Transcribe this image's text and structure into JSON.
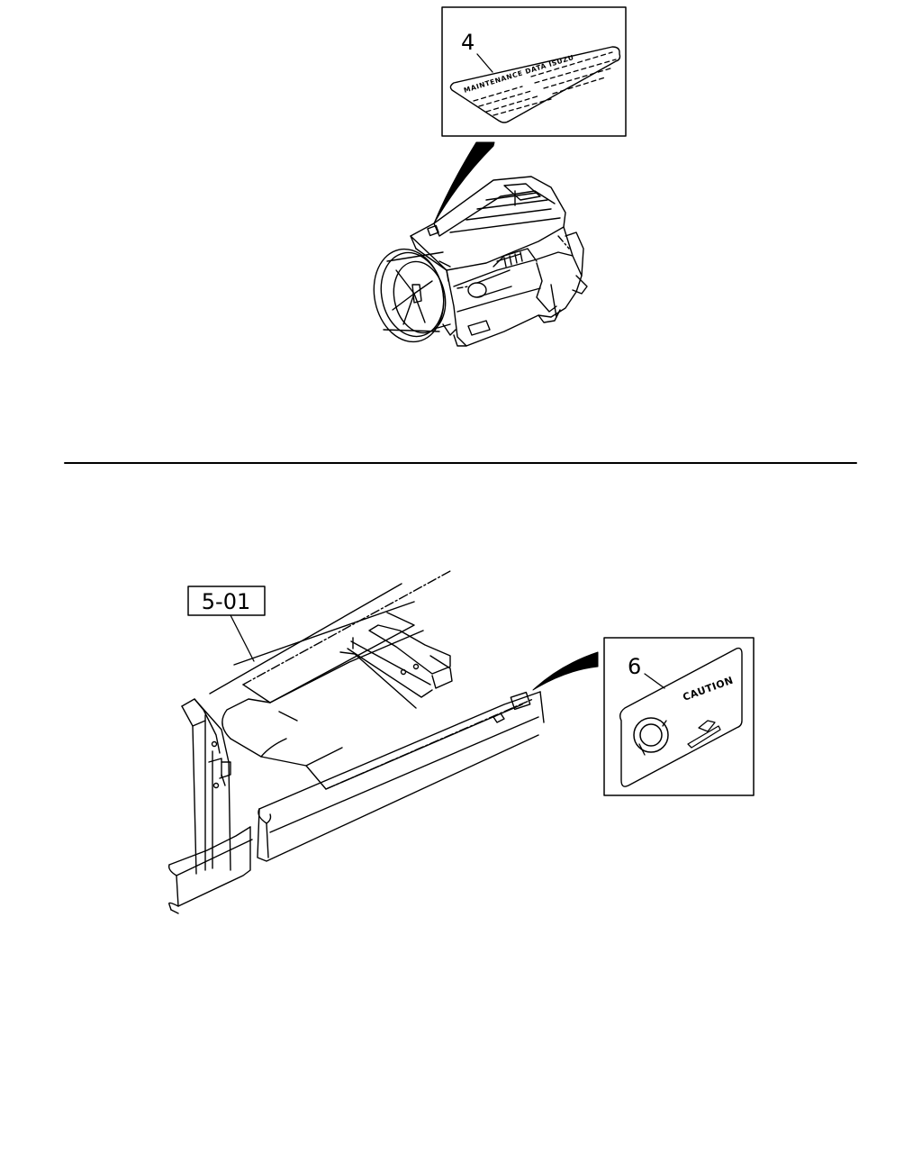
{
  "top_figure": {
    "callout_number": "4",
    "label_text": "MAINTENANCE DATA  ISUZU"
  },
  "bottom_figure": {
    "reference_code": "5-01",
    "callout_number": "6",
    "label_text": "CAUTION"
  },
  "colors": {
    "ink": "#000000",
    "paper": "#ffffff"
  }
}
